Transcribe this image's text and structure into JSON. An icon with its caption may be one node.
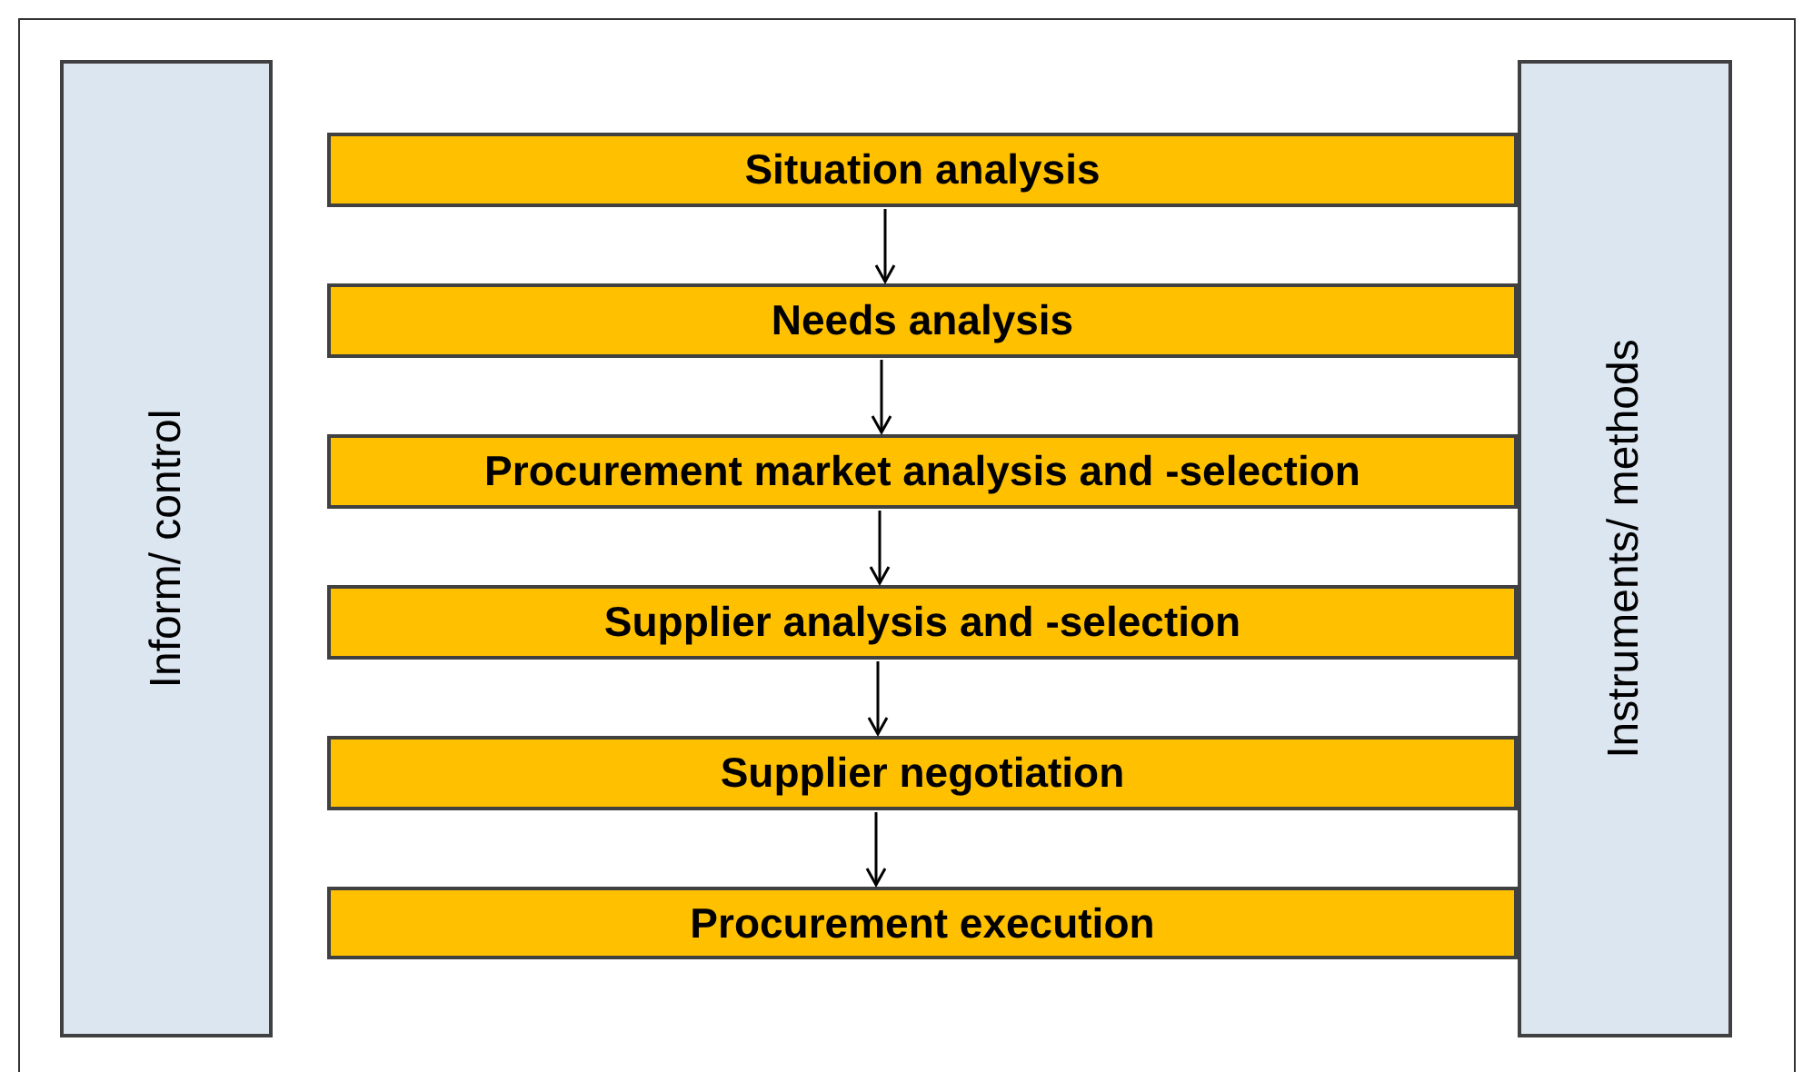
{
  "diagram": {
    "nodes": [
      {
        "text": [
          "Inform/ control"
        ]
      },
      {
        "text": [
          "Instruments/ methods"
        ]
      },
      {
        "text": [
          "Situation analysis"
        ]
      },
      {
        "text": [
          "Needs analysis"
        ]
      },
      {
        "text": [
          "Procurement market analysis and -selection"
        ]
      },
      {
        "text": [
          "Supplier analysis and -selection"
        ]
      },
      {
        "text": [
          "Supplier negotiation"
        ]
      },
      {
        "text": [
          "Procurement execution"
        ]
      }
    ],
    "edges": [
      {
        "from": 2,
        "to": 3,
        "arrow": "to"
      },
      {
        "from": 3,
        "to": 4,
        "arrow": "to"
      },
      {
        "from": 4,
        "to": 5,
        "arrow": "to"
      },
      {
        "from": 5,
        "to": 6,
        "arrow": "to"
      },
      {
        "from": 6,
        "to": 7,
        "arrow": "to"
      }
    ]
  }
}
